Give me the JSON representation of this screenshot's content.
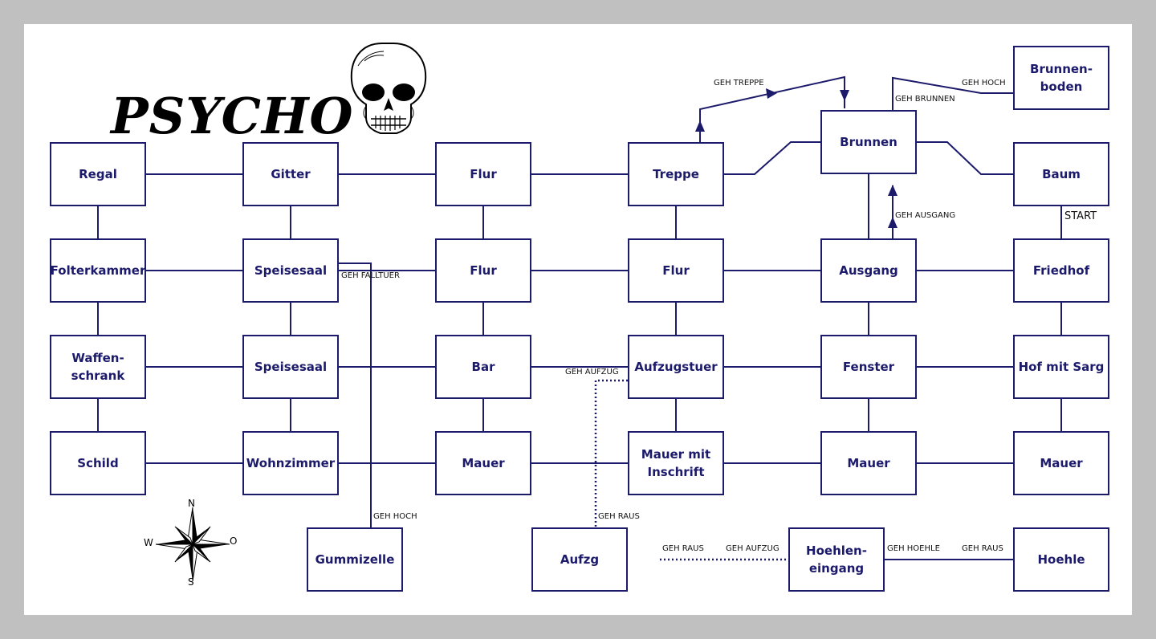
{
  "title": "PSYCHO",
  "start_label": "START",
  "compass": {
    "n": "N",
    "s": "S",
    "w": "W",
    "e": "O"
  },
  "colors": {
    "line": "#1c1a6b",
    "frame": "#c0c0c0",
    "paper": "#ffffff"
  },
  "rooms": {
    "regal": "Regal",
    "gitter": "Gitter",
    "flur1": "Flur",
    "treppe": "Treppe",
    "brunnen": "Brunnen",
    "brunnenboden": "Brunnen-\nboden",
    "baum": "Baum",
    "folterkammer": "Folterkammer",
    "speisesaal1": "Speisesaal",
    "flur2": "Flur",
    "flur3": "Flur",
    "ausgang": "Ausgang",
    "friedhof": "Friedhof",
    "waffenschrank": "Waffen-\nschrank",
    "speisesaal2": "Speisesaal",
    "bar": "Bar",
    "aufzugstuer": "Aufzugstuer",
    "fenster": "Fenster",
    "hof_mit_sarg": "Hof mit Sarg",
    "schild": "Schild",
    "wohnzimmer": "Wohnzimmer",
    "mauer1": "Mauer",
    "mauer_mit_inschrift": "Mauer mit\nInschrift",
    "mauer2": "Mauer",
    "mauer3": "Mauer",
    "gummizelle": "Gummizelle",
    "aufzg": "Aufzg",
    "hoehleneingang": "Hoehlen-\neingang",
    "hoehle": "Hoehle"
  },
  "commands": {
    "geh_treppe": "GEH TREPPE",
    "geh_hoch_brunnen": "GEH HOCH",
    "geh_brunnen": "GEH BRUNNEN",
    "geh_ausgang": "GEH AUSGANG",
    "geh_falltuer": "GEH FALLTUER",
    "geh_aufzug_bar": "GEH AUFZUG",
    "geh_hoch_gummizelle": "GEH HOCH",
    "geh_raus_aufzg": "GEH RAUS",
    "geh_raus_aufzg_east": "GEH RAUS",
    "geh_aufzug_hoehle": "GEH AUFZUG",
    "geh_hoehle": "GEH HOEHLE",
    "geh_raus_hoehle": "GEH RAUS"
  }
}
